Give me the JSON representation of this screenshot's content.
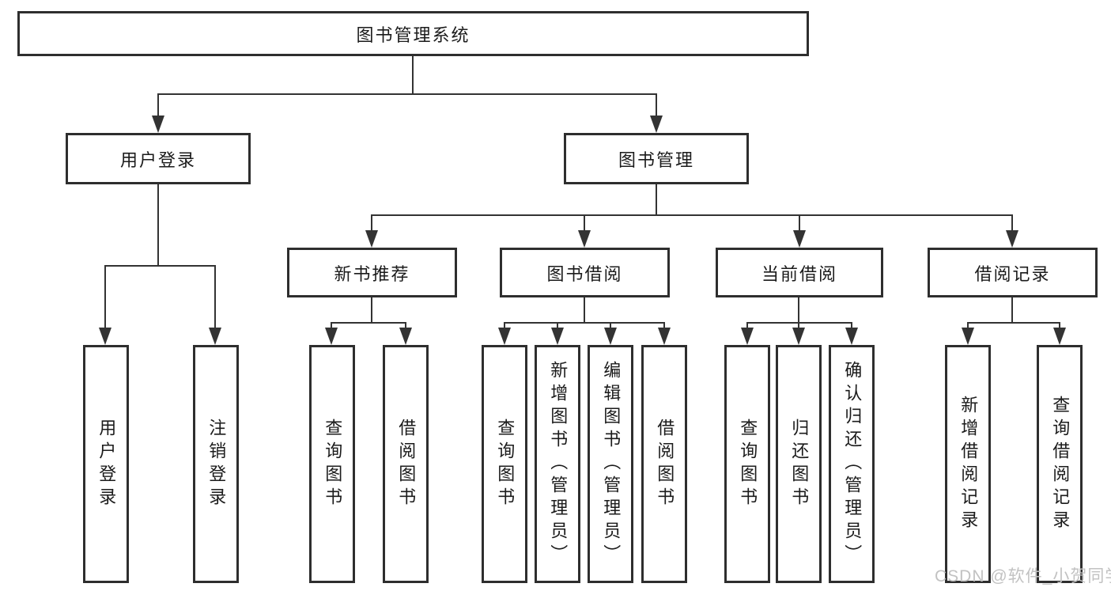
{
  "diagram_title": "图书管理系统",
  "colors": {
    "background": "#ffffff",
    "box_border": "#2e2e2e",
    "line": "#333333",
    "text": "#1b1b1b",
    "watermark": "#c2c2c2"
  },
  "nodes": {
    "root": "图书管理系统",
    "user_login": "用户登录",
    "book_mgmt": "图书管理",
    "new_book_rec": "新书推荐",
    "book_borrow": "图书借阅",
    "current_borrow": "当前借阅",
    "borrow_record": "借阅记录",
    "leaf_user_login": "用户登录",
    "leaf_logout": "注销登录",
    "leaf_nb_query": "查询图书",
    "leaf_nb_borrow": "借阅图书",
    "leaf_bb_query": "查询图书",
    "leaf_bb_add": "新增图书（管理员）",
    "leaf_bb_edit": "编辑图书（管理员）",
    "leaf_bb_borrow": "借阅图书",
    "leaf_cb_query": "查询图书",
    "leaf_cb_return": "归还图书",
    "leaf_cb_confirm": "确认归还（管理员）",
    "leaf_br_add": "新增借阅记录",
    "leaf_br_query": "查询借阅记录"
  },
  "edges": [
    {
      "from": "root",
      "to": [
        "user_login",
        "book_mgmt"
      ]
    },
    {
      "from": "user_login",
      "to": [
        "leaf_user_login",
        "leaf_logout"
      ]
    },
    {
      "from": "book_mgmt",
      "to": [
        "new_book_rec",
        "book_borrow",
        "current_borrow",
        "borrow_record"
      ]
    },
    {
      "from": "new_book_rec",
      "to": [
        "leaf_nb_query",
        "leaf_nb_borrow"
      ]
    },
    {
      "from": "book_borrow",
      "to": [
        "leaf_bb_query",
        "leaf_bb_add",
        "leaf_bb_edit",
        "leaf_bb_borrow"
      ]
    },
    {
      "from": "current_borrow",
      "to": [
        "leaf_cb_query",
        "leaf_cb_return",
        "leaf_cb_confirm"
      ]
    },
    {
      "from": "borrow_record",
      "to": [
        "leaf_br_add",
        "leaf_br_query"
      ]
    }
  ],
  "watermark": "CSDN @软件_小贺同学"
}
